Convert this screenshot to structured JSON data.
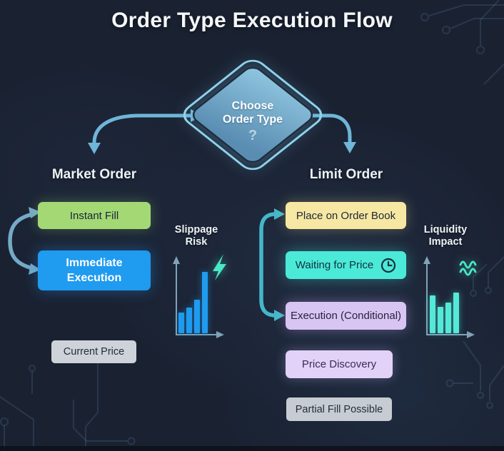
{
  "title": "Order Type Execution Flow",
  "decision": {
    "line1": "Choose",
    "line2": "Order Type",
    "question_mark": "?"
  },
  "branches": {
    "market": {
      "heading": "Market Order",
      "boxes": [
        {
          "label": "Instant Fill",
          "bg": "#a3d875",
          "fg": "#182538"
        },
        {
          "label": "Immediate Execution",
          "bg": "#1f9bf0",
          "fg": "#ffffff"
        },
        {
          "label": "Current Price",
          "bg": "#cdd3d8",
          "fg": "#232d3b"
        }
      ]
    },
    "limit": {
      "heading": "Limit Order",
      "boxes": [
        {
          "label": "Place on Order Book",
          "bg": "#f6e8a2",
          "fg": "#20283a"
        },
        {
          "label": "Waiting for Price",
          "bg": "#4be9d8",
          "fg": "#11303f",
          "icon": "clock-icon"
        },
        {
          "label": "Execution (Conditional)",
          "bg": "#d8c5f2",
          "fg": "#261f3e"
        },
        {
          "label": "Price Discovery",
          "bg": "#e2d2f8",
          "fg": "#3a2c58"
        },
        {
          "label": "Partial Fill Possible",
          "bg": "#c6ccd1",
          "fg": "#242d3a"
        }
      ]
    }
  },
  "chart_data": [
    {
      "type": "bar",
      "name": "slippage-risk",
      "title": "Slippage Risk",
      "label_lines": [
        "Slippage",
        "Risk"
      ],
      "icon": "lightning-bolt-icon",
      "bar_color": "#1f9cf0",
      "values": [
        29,
        36,
        47,
        86
      ],
      "unit": "relative-height-px",
      "axis_labels": "none",
      "legend": "none"
    },
    {
      "type": "bar",
      "name": "liquidity-impact",
      "title": "Liquidity Impact",
      "label_lines": [
        "Liquidity",
        "Impact"
      ],
      "icon": "waves-icon",
      "bar_color": "#55e9d8",
      "values": [
        53,
        37,
        43,
        57
      ],
      "unit": "relative-height-px",
      "axis_labels": "none",
      "legend": "none"
    }
  ],
  "colors": {
    "background": "#1a2232",
    "flow_arrow": "#6fb6d8",
    "loop_arrow_left": "#74aac6",
    "bracket_arrow_right": "#44b7c9",
    "axis": "#7fa3b8",
    "accent_teal": "#49e9c6",
    "diamond_fill_top": "#8fc6e0",
    "diamond_fill_bottom": "#5a8db2",
    "diamond_border": "#8ed2ec"
  }
}
